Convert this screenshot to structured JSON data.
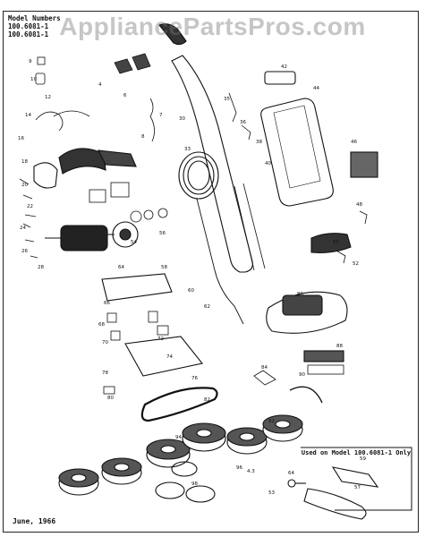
{
  "header": {
    "title": "Model Numbers",
    "models": [
      "100.6081-1",
      "100.6081-1"
    ]
  },
  "watermark": "AppliancePartsPros.com",
  "footer": {
    "date": "June, 1966"
  },
  "inset": {
    "title": "Used on Model 100.6081-1 Only"
  },
  "colors": {
    "ink": "#111111",
    "watermark": "#8a8a8a",
    "paper": "#ffffff"
  }
}
